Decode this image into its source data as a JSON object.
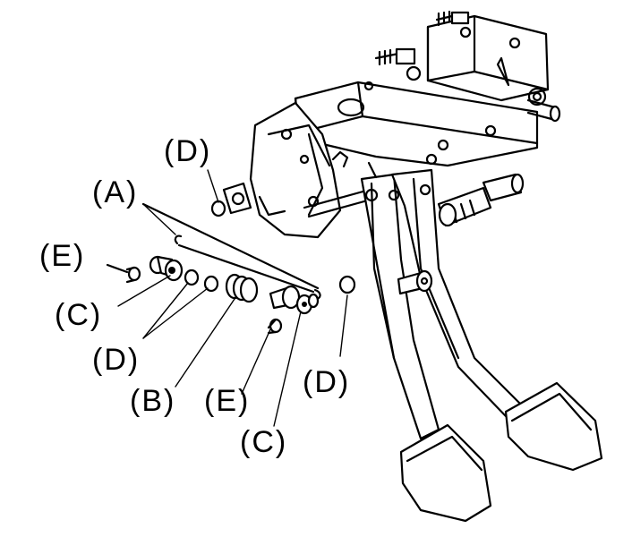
{
  "labels": {
    "A": "(A)",
    "B": "(B)",
    "C1": "(C)",
    "C2": "(C)",
    "D1": "(D)",
    "D2": "(D)",
    "D3": "(D)",
    "E1": "(E)",
    "E2": "(E)"
  }
}
